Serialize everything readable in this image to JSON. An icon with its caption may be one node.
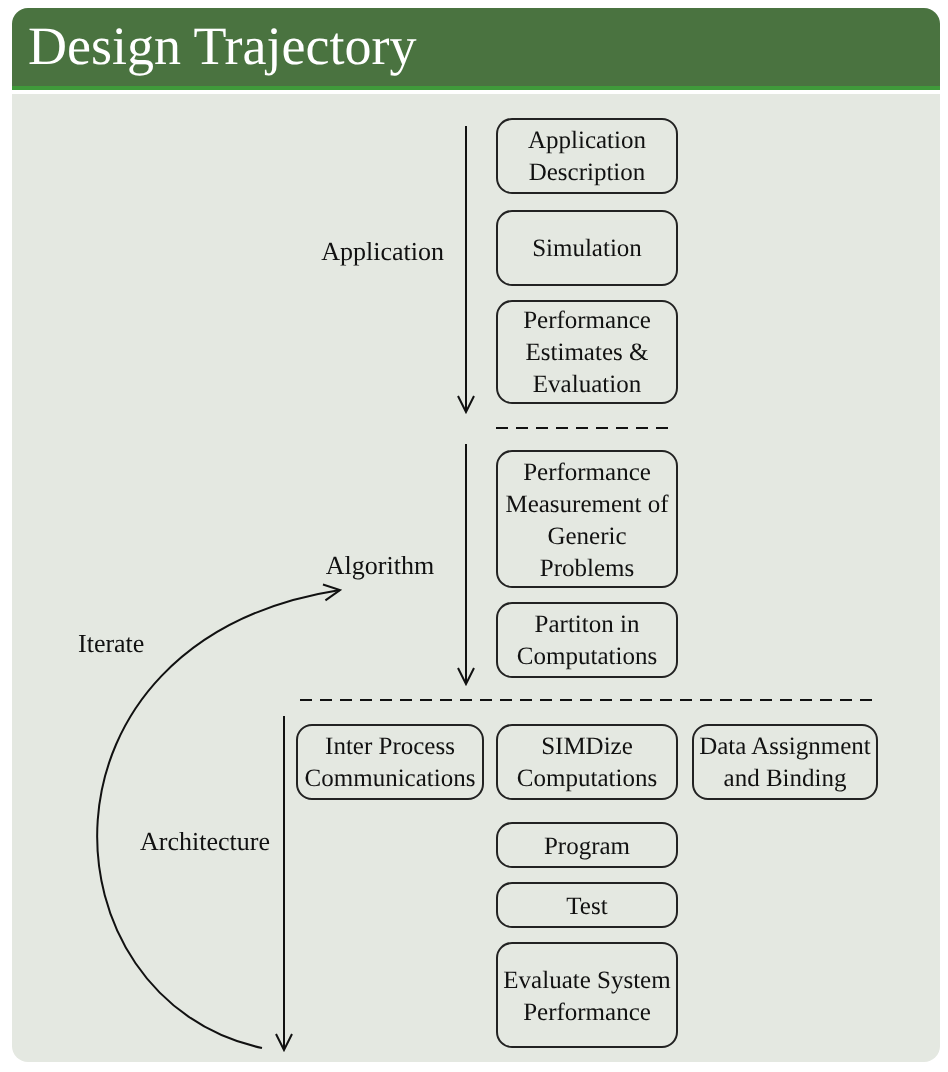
{
  "diagram": {
    "title": "Design Trajectory",
    "nodes": [
      {
        "text": [
          "Application Description"
        ]
      },
      {
        "text": [
          "Simulation"
        ]
      },
      {
        "text": [
          "Performance Estimates & Evaluation"
        ]
      },
      {
        "text": [
          "Performance Measurement of Generic Problems"
        ]
      },
      {
        "text": [
          "Algorithm"
        ]
      },
      {
        "text": [
          "Partiton in Computations"
        ]
      },
      {
        "text": [
          "Inter Process Communications"
        ]
      },
      {
        "text": [
          "SIMDize Computations"
        ]
      },
      {
        "text": [
          "Data Assignment and Binding"
        ]
      },
      {
        "text": [
          "Program"
        ]
      },
      {
        "text": [
          "Test"
        ]
      },
      {
        "text": [
          "Evaluate System Performance"
        ]
      }
    ],
    "edges": [
      {
        "from": null,
        "to": 4,
        "arrow": "to",
        "label": "Iterate"
      }
    ],
    "labels": [
      "Application",
      "Architecture"
    ]
  }
}
